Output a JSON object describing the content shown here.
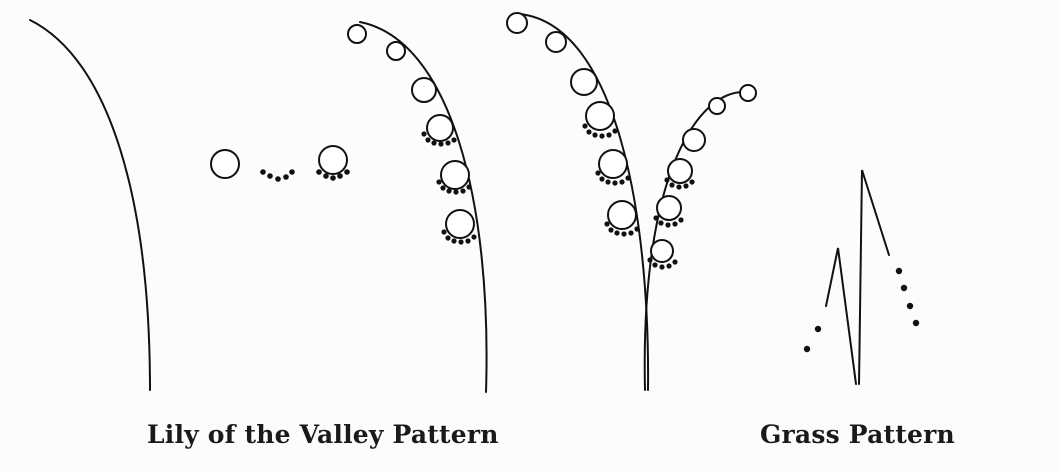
{
  "captions": {
    "lily": "Lily of the Valley Pattern",
    "grass": "Grass Pattern"
  },
  "figures": [
    {
      "name": "lily-stem-stage-1",
      "part": "stem"
    },
    {
      "name": "lily-bell-stage-2",
      "part": "bell and stamens"
    },
    {
      "name": "lily-single-stem-stage-3",
      "part": "single flowering stem"
    },
    {
      "name": "lily-double-stem-stage-4",
      "part": "double flowering stem"
    },
    {
      "name": "grass-blades",
      "part": "grass blades and dots"
    }
  ],
  "colors": {
    "ink": "#111111",
    "background": "#fbfcfd"
  }
}
